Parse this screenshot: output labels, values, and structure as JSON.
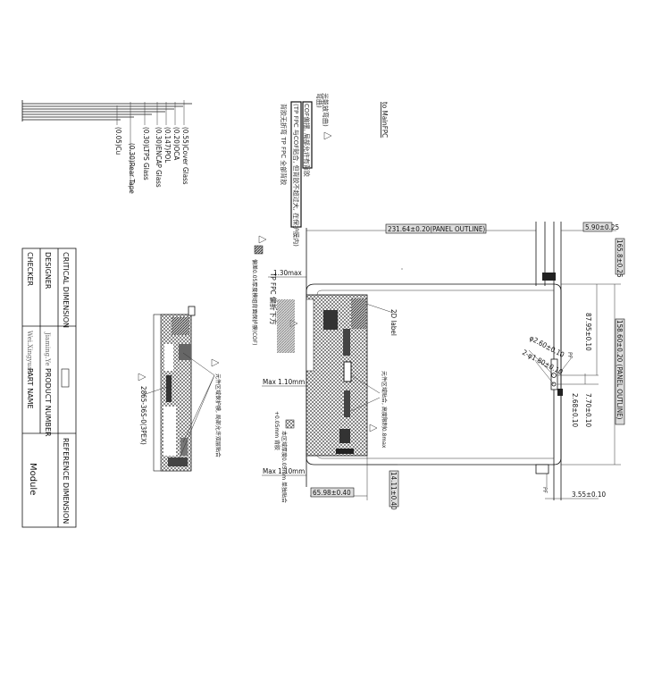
{
  "stackup": {
    "layers": [
      {
        "label": "(0.55)Cover Glass"
      },
      {
        "label": "(0.20)OCA"
      },
      {
        "label": "(0.147)POL"
      },
      {
        "label": "(0.30)ENCAP Glass"
      },
      {
        "label": "(0.30)LTPS Glass"
      },
      {
        "label": "(0.30)Rear Tape"
      },
      {
        "label": "(0.05)Cu"
      }
    ]
  },
  "title_block": {
    "critical_dimension": "CRITICAL DIMENSION",
    "reference_dimension": "REFERENCE DIMENSION",
    "designer_label": "DESIGNER",
    "designer_name": "Jiaming.Ye",
    "checker_label": "CHECKER",
    "checker_name": "Wei.Xingyuan",
    "product_number_label": "PRODUCT NUMBER",
    "part_name_label": "PART NAME",
    "part_name": "Module"
  },
  "notes": {
    "to_main_fpc": "to MainFPC",
    "note_1": "光能放弯曲)",
    "note_1b": "弯曲)",
    "note_cof": "COF偏摆, 局部允许有背胶",
    "note_tp_cof": "(TP FPC 与COF贴合, 但背胶不超过大, 在保护膜内)",
    "note_tp_fpc": "背胶无折弯 TP FPC 全部背胶",
    "tp_fpc_bend": "TP FPC 偏折下方",
    "note_gap": "偏差0.05厚度模组背面保护膜(COF)",
    "note_thickness": "本区域厚度0.05mm 单独贴合",
    "note_thickness_b": "+0.05mm 背胶",
    "note_component": "元件区域贴合, 高度限制0.8max",
    "side_note": "元件区域保护膜, 局部允许双层贴合",
    "side_connector": "2865-36S-0(3PEX)",
    "label_2d": "2D label"
  },
  "dimensions": {
    "panel_width": "231.64±0.20(PANEL OUTLINE)",
    "offset_top": "5.90±0.25",
    "offset_right": "165.8±0.25",
    "panel_height": "158.60±0.20 (PANEL OUTLINE)",
    "hole_y": "87.95±0.10",
    "hole_dia": "φ2.60±0.10",
    "hole_dia2": "2-φ1.80±0.10",
    "hole_spacing": "7.70±0.10",
    "hole_offset": "2.68±0.10",
    "edge_offset": "3.55±0.10",
    "max_1_30": "1.30max",
    "max_1_10_a": "Max 1.10mm",
    "max_1_10_b": "Max 1.10mm",
    "pcb_width": "65.98±0.40",
    "pcb_offset": "14.11±0.40",
    "pf_a": "PF",
    "pf_b": "PF"
  },
  "colors": {
    "line": "#111111",
    "hatch": "#444444",
    "dark": "#222222"
  }
}
